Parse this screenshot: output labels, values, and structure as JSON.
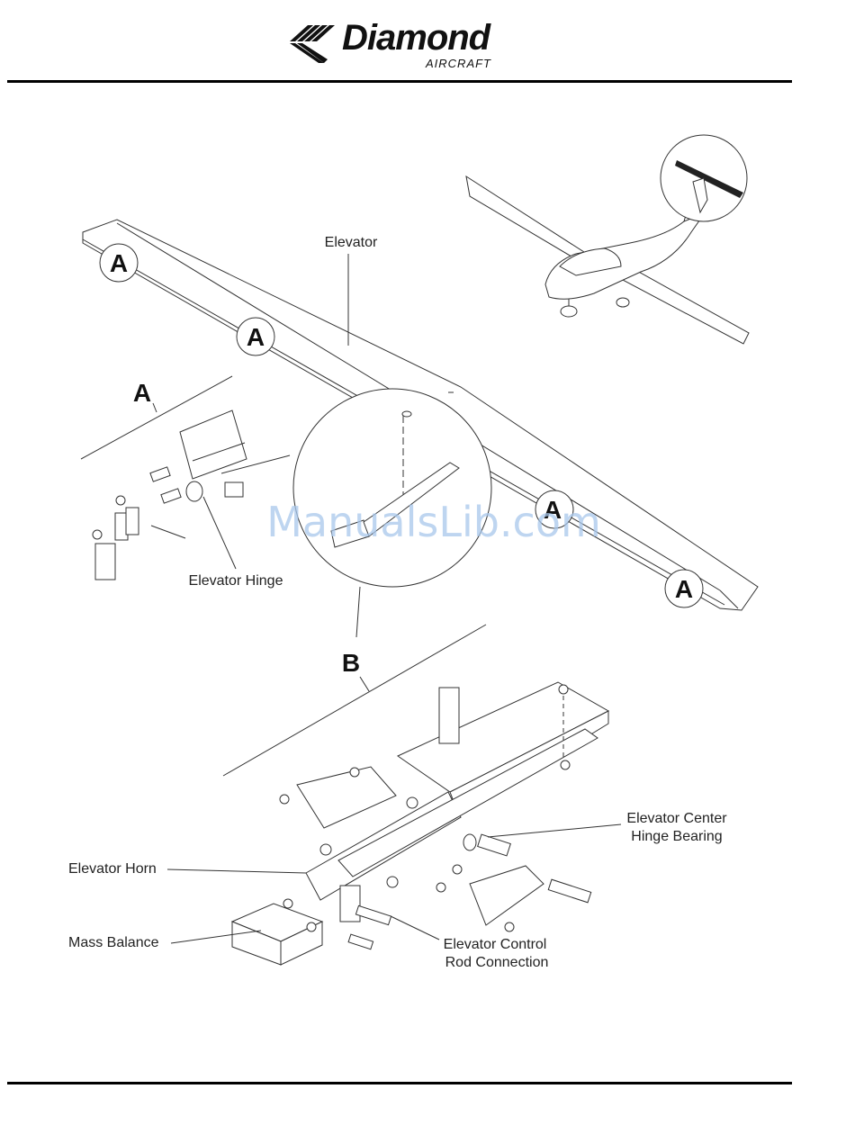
{
  "header": {
    "brand": "Diamond",
    "brand_sub": "AIRCRAFT"
  },
  "diagram": {
    "callouts": {
      "elevator": "Elevator",
      "elevator_hinge": "Elevator Hinge",
      "center_bearing_line1": "Elevator Center",
      "center_bearing_line2": "Hinge Bearing",
      "elevator_horn": "Elevator Horn",
      "mass_balance": "Mass Balance",
      "control_rod_line1": "Elevator Control",
      "control_rod_line2": "Rod Connection"
    },
    "detail_letters": {
      "a": "A",
      "b": "B"
    }
  },
  "watermark": "ManualsLib.com"
}
